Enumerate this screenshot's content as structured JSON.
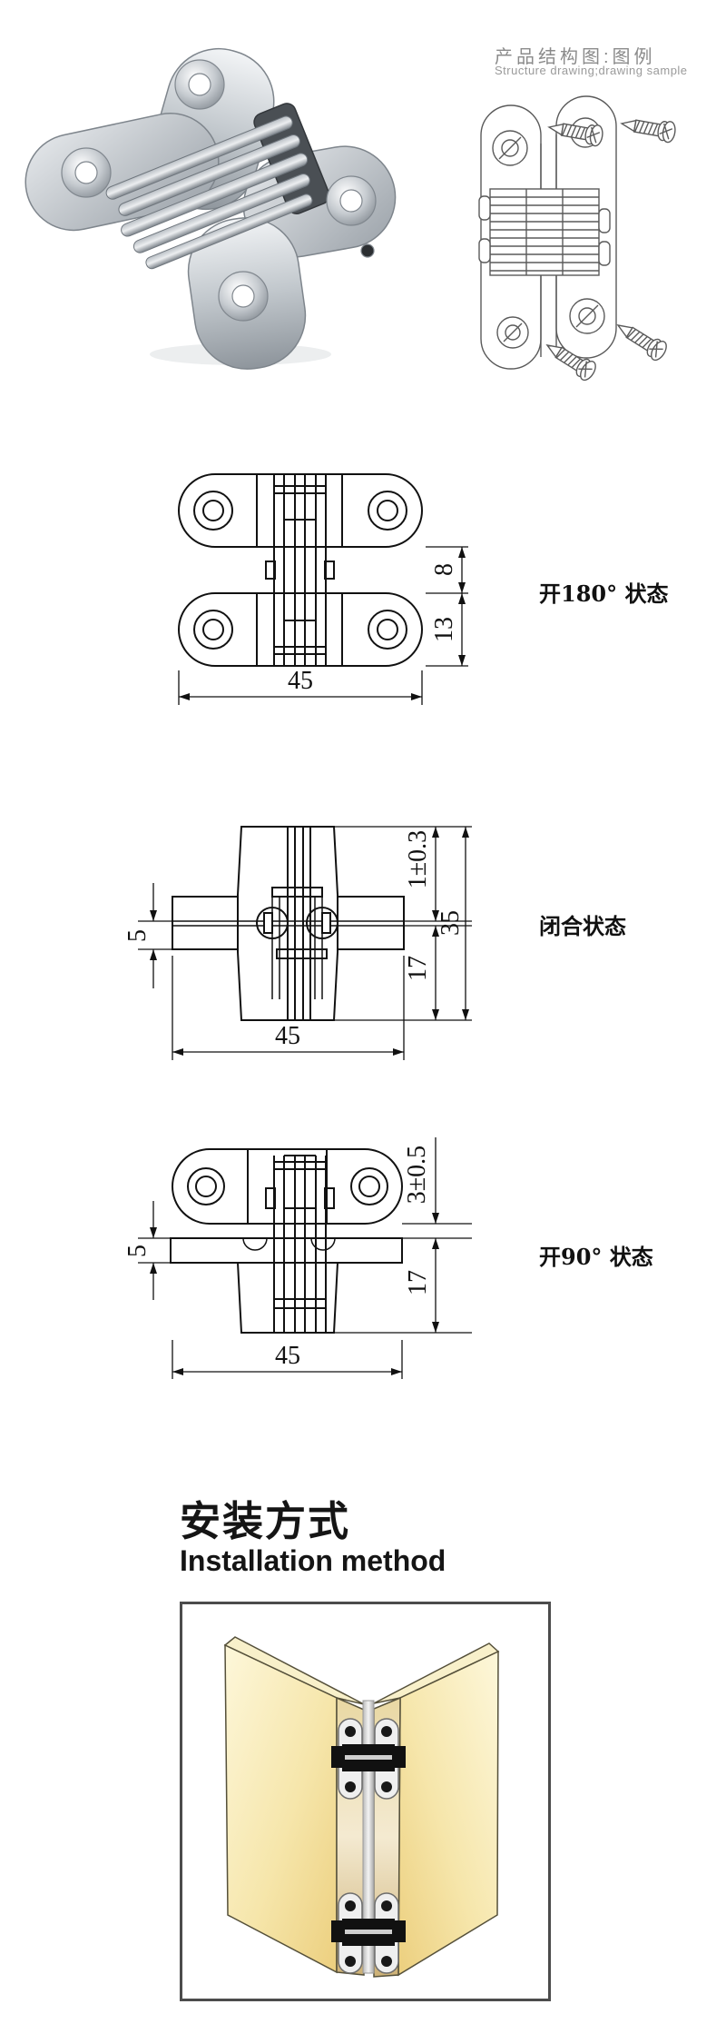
{
  "structure_legend": {
    "title_zh": "产品结构图:图例",
    "title_en": "Structure drawing;drawing sample"
  },
  "drawings": {
    "open180": {
      "label": "开180° 状态",
      "dim_gap": "8",
      "dim_wing": "13",
      "dim_width": "45"
    },
    "closed": {
      "label": "闭合状态",
      "dim_gap": "1±0.3",
      "dim_overall": "35",
      "dim_lower": "17",
      "dim_panel": "5",
      "dim_width": "45"
    },
    "open90": {
      "label": "开90° 状态",
      "dim_top_gap": "3±0.5",
      "dim_lower": "17",
      "dim_panel": "5",
      "dim_width": "45"
    }
  },
  "installation": {
    "title_zh": "安装方式",
    "title_en": "Installation method"
  },
  "colors": {
    "line": "#111111",
    "wood": "#f0d88e",
    "chrome": "#e8eaec",
    "accent_black": "#111111"
  }
}
